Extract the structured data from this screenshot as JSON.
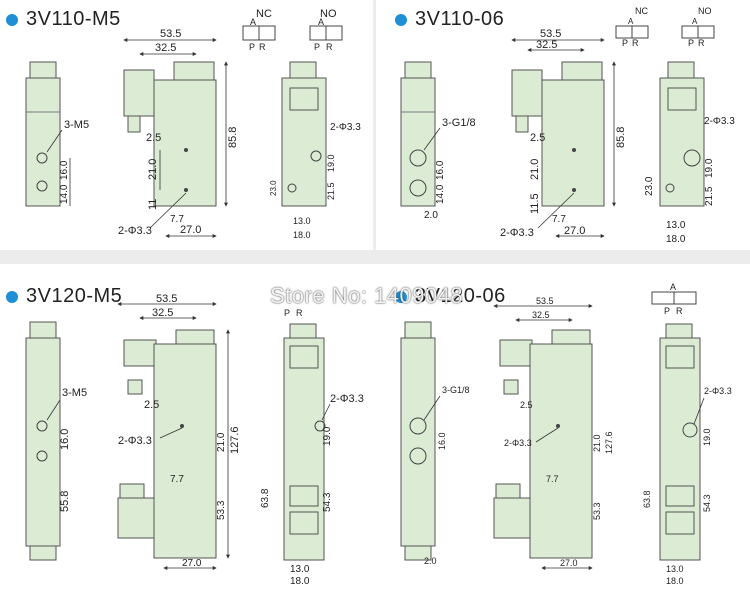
{
  "colors": {
    "accent": "#1f8fd6",
    "valve_fill": "#dcebd4",
    "valve_stroke": "#555555",
    "dim_stroke": "#333333"
  },
  "panels": [
    {
      "title": "3V110-M5",
      "port": "3-M5",
      "mount": "2-Φ3.3",
      "dims": {
        "w1": "53.5",
        "w2": "32.5",
        "h_total": "85.8",
        "offset": "2.5",
        "pitch": "21.0",
        "base": "11",
        "side_a": "16.0",
        "side_b": "14.0",
        "mid": "7.7",
        "bottom": "27.0",
        "right_h1": "23.0",
        "right_h2": "19.0",
        "right_h3": "21.5",
        "right_w1": "13.0",
        "right_w2": "18.0"
      },
      "symbols": [
        "NC",
        "NO"
      ],
      "ports": [
        "P",
        "R"
      ],
      "symbol_letter": "A"
    },
    {
      "title": "3V110-06",
      "port": "3-G1/8",
      "mount": "2-Φ3.3",
      "dims": {
        "w1": "53.5",
        "w2": "32.5",
        "h_total": "85.8",
        "offset": "2.5",
        "pitch": "21.0",
        "base": "11.5",
        "side_a": "16.0",
        "side_b": "14.0",
        "side_c": "2.0",
        "mid": "7.7",
        "bottom": "27.0",
        "right_h1": "23.0",
        "right_h2": "19.0",
        "right_h3": "21.5",
        "right_w1": "13.0",
        "right_w2": "18.0"
      },
      "symbols": [
        "NC",
        "NO"
      ],
      "ports": [
        "P",
        "R"
      ],
      "symbol_letter": "A"
    },
    {
      "title": "3V120-M5",
      "port": "3-M5",
      "mount": "2-Φ3.3",
      "dims": {
        "w1": "53.5",
        "w2": "32.5",
        "h_total": "127.6",
        "offset": "2.5",
        "pitch": "21.0",
        "side_a": "16.0",
        "side_b": "55.8",
        "mid": "7.7",
        "bottom": "27.0",
        "lower": "53.3",
        "right_h1": "63.8",
        "right_h2": "19.0",
        "right_h3": "54.3",
        "right_w1": "13.0",
        "right_w2": "18.0"
      },
      "ports": [
        "P",
        "R"
      ]
    },
    {
      "title": "3V120-06",
      "port": "3-G1/8",
      "mount": "2-Φ3.3",
      "dims": {
        "w1": "53.5",
        "w2": "32.5",
        "h_total": "127.6",
        "offset": "2.5",
        "pitch": "21.0",
        "side_a": "16.0",
        "side_c": "2.0",
        "mid": "7.7",
        "bottom": "27.0",
        "lower": "53.3",
        "right_h1": "63.8",
        "right_h2": "19.0",
        "right_h3": "54.3",
        "right_w1": "13.0",
        "right_w2": "18.0"
      },
      "ports": [
        "P",
        "R"
      ],
      "symbol_letter": "A"
    }
  ],
  "watermark": "Store No: 1409048"
}
